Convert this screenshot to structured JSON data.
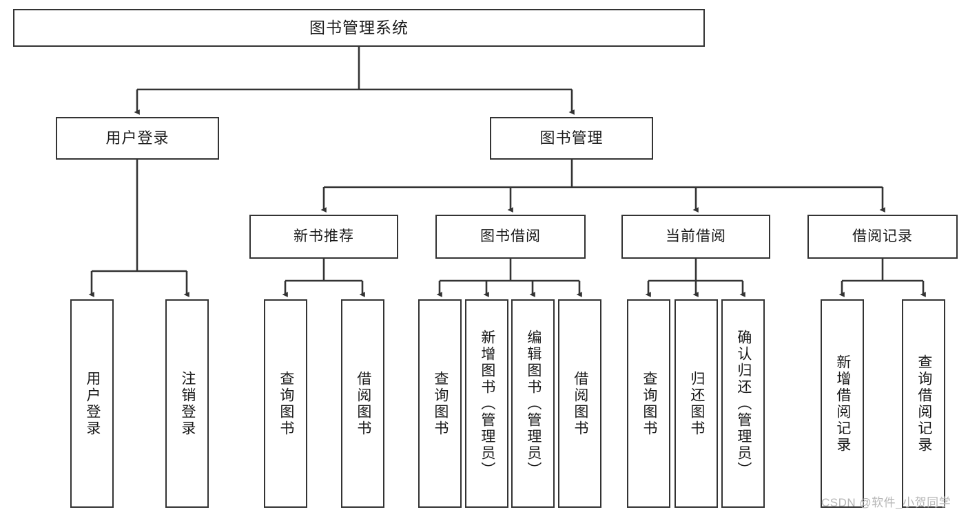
{
  "diagram": {
    "title": "图书管理系统",
    "type": "tree-hierarchy-chart",
    "watermark": "CSDN @软件_小贺同学",
    "colors": {
      "box_border": "#333333",
      "box_fill": "#ffffff",
      "connector": "#333333",
      "text": "#1a1a1a",
      "watermark": "#b6b6b6",
      "background": "#ffffff"
    }
  },
  "nodes": {
    "root": {
      "label": "图书管理系统"
    },
    "level1": [
      {
        "label": "用户登录"
      },
      {
        "label": "图书管理"
      }
    ],
    "level2": [
      {
        "label": "新书推荐"
      },
      {
        "label": "图书借阅"
      },
      {
        "label": "当前借阅"
      },
      {
        "label": "借阅记录"
      }
    ],
    "leaves": {
      "user_login": [
        {
          "label": "用户登录"
        },
        {
          "label": "注销登录"
        }
      ],
      "new_book_recommend": [
        {
          "label": "查询图书"
        },
        {
          "label": "借阅图书"
        }
      ],
      "book_borrow": [
        {
          "label": "查询图书"
        },
        {
          "label": "新增图书（管理员）"
        },
        {
          "label": "编辑图书（管理员）"
        },
        {
          "label": "借阅图书"
        }
      ],
      "current_borrow": [
        {
          "label": "查询图书"
        },
        {
          "label": "归还图书"
        },
        {
          "label": "确认归还（管理员）"
        }
      ],
      "borrow_record": [
        {
          "label": "新增借阅记录"
        },
        {
          "label": "查询借阅记录"
        }
      ]
    }
  }
}
